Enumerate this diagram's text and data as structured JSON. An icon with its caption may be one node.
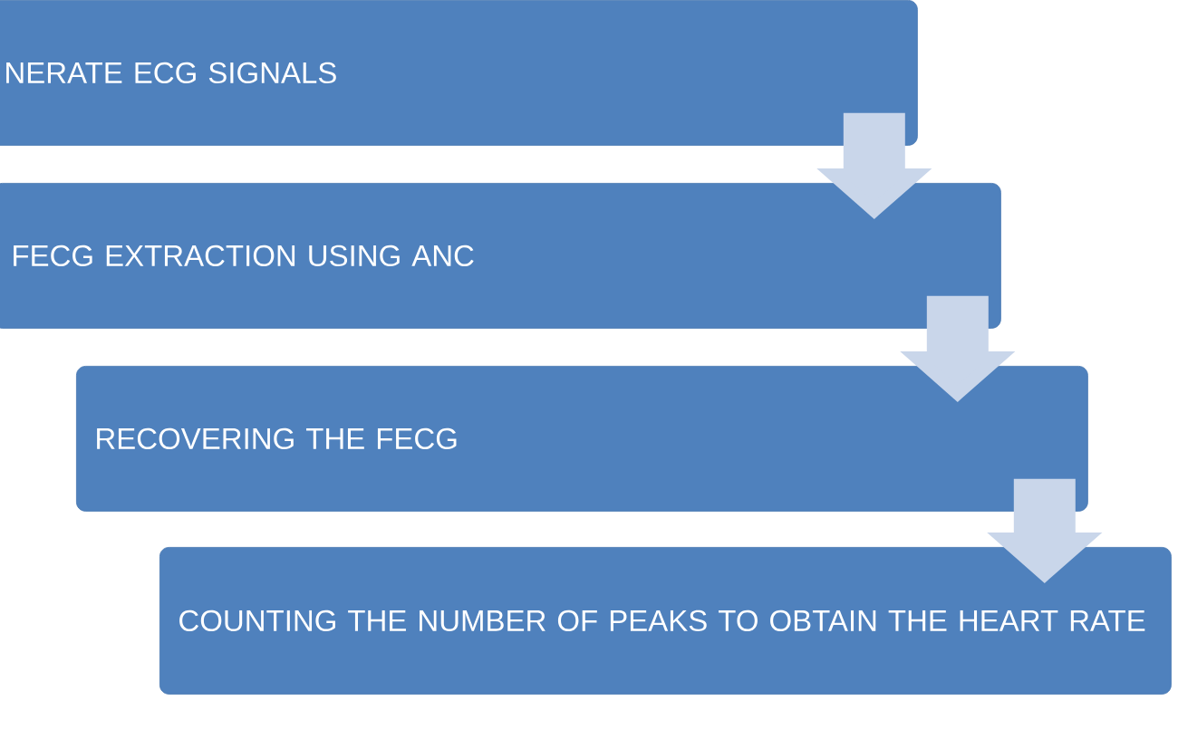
{
  "diagram": {
    "nodes": [
      {
        "text": [
          "NERATE ECG SIGNALS"
        ]
      },
      {
        "text": [
          "FECG EXTRACTION USING ANC"
        ]
      },
      {
        "text": [
          "RECOVERING THE FECG"
        ]
      },
      {
        "text": [
          "COUNTING THE NUMBER OF PEAKS TO OBTAIN THE HEART RATE"
        ]
      }
    ],
    "edges": [
      {
        "from": 0,
        "to": 1,
        "arrow": "to"
      },
      {
        "from": 1,
        "to": 2,
        "arrow": "to"
      },
      {
        "from": 2,
        "to": 3,
        "arrow": "to"
      }
    ]
  }
}
